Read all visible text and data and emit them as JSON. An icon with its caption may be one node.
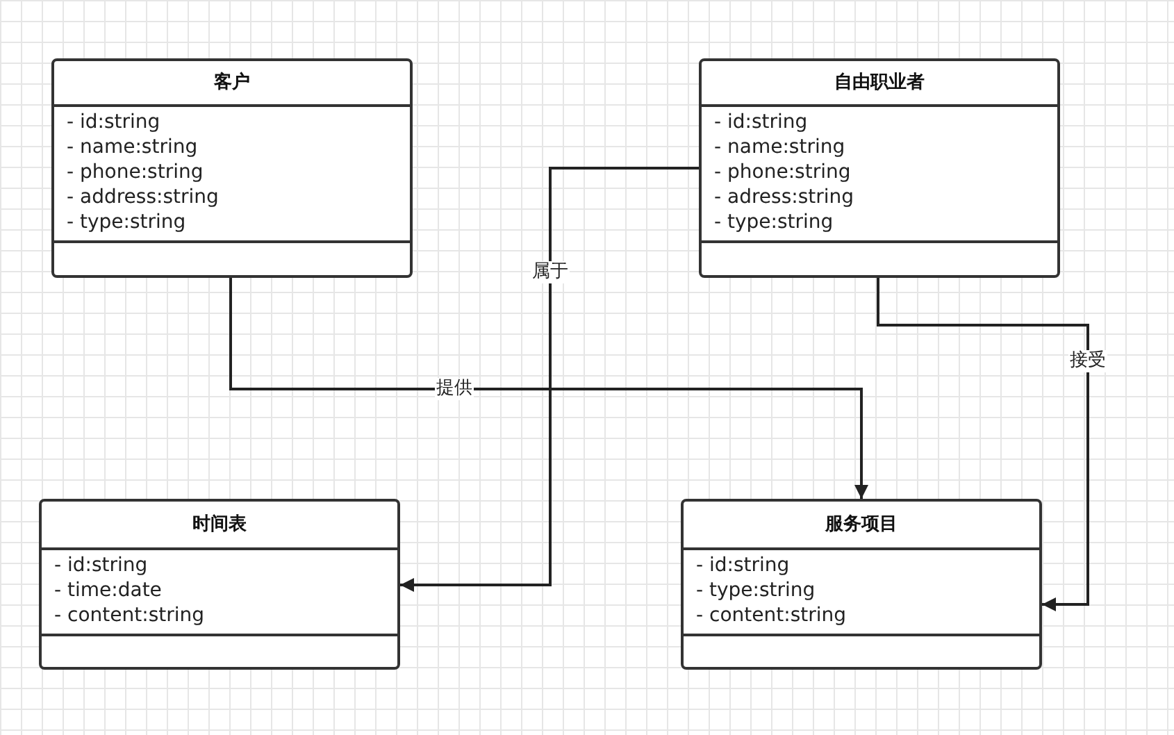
{
  "diagram": {
    "nodes": [
      {
        "text": [
          "客户",
          "- id:string",
          "- name:string",
          "- phone:string",
          "- address:string",
          "- type:string"
        ]
      },
      {
        "text": [
          "自由职业者",
          "- id:string",
          "- name:string",
          "- phone:string",
          "- adress:string",
          "- type:string"
        ]
      },
      {
        "text": [
          "时间表",
          "- id:string",
          "- time:date",
          "- content:string"
        ]
      },
      {
        "text": [
          "服务项目",
          "- id:string",
          "- type:string",
          "- content:string"
        ]
      }
    ],
    "edges": [
      {
        "from": 0,
        "to": 3,
        "arrow": "to",
        "label": "提供"
      },
      {
        "from": 1,
        "to": 2,
        "arrow": "to",
        "label": "属于"
      },
      {
        "from": 1,
        "to": 3,
        "arrow": "to",
        "label": "接受"
      }
    ]
  }
}
